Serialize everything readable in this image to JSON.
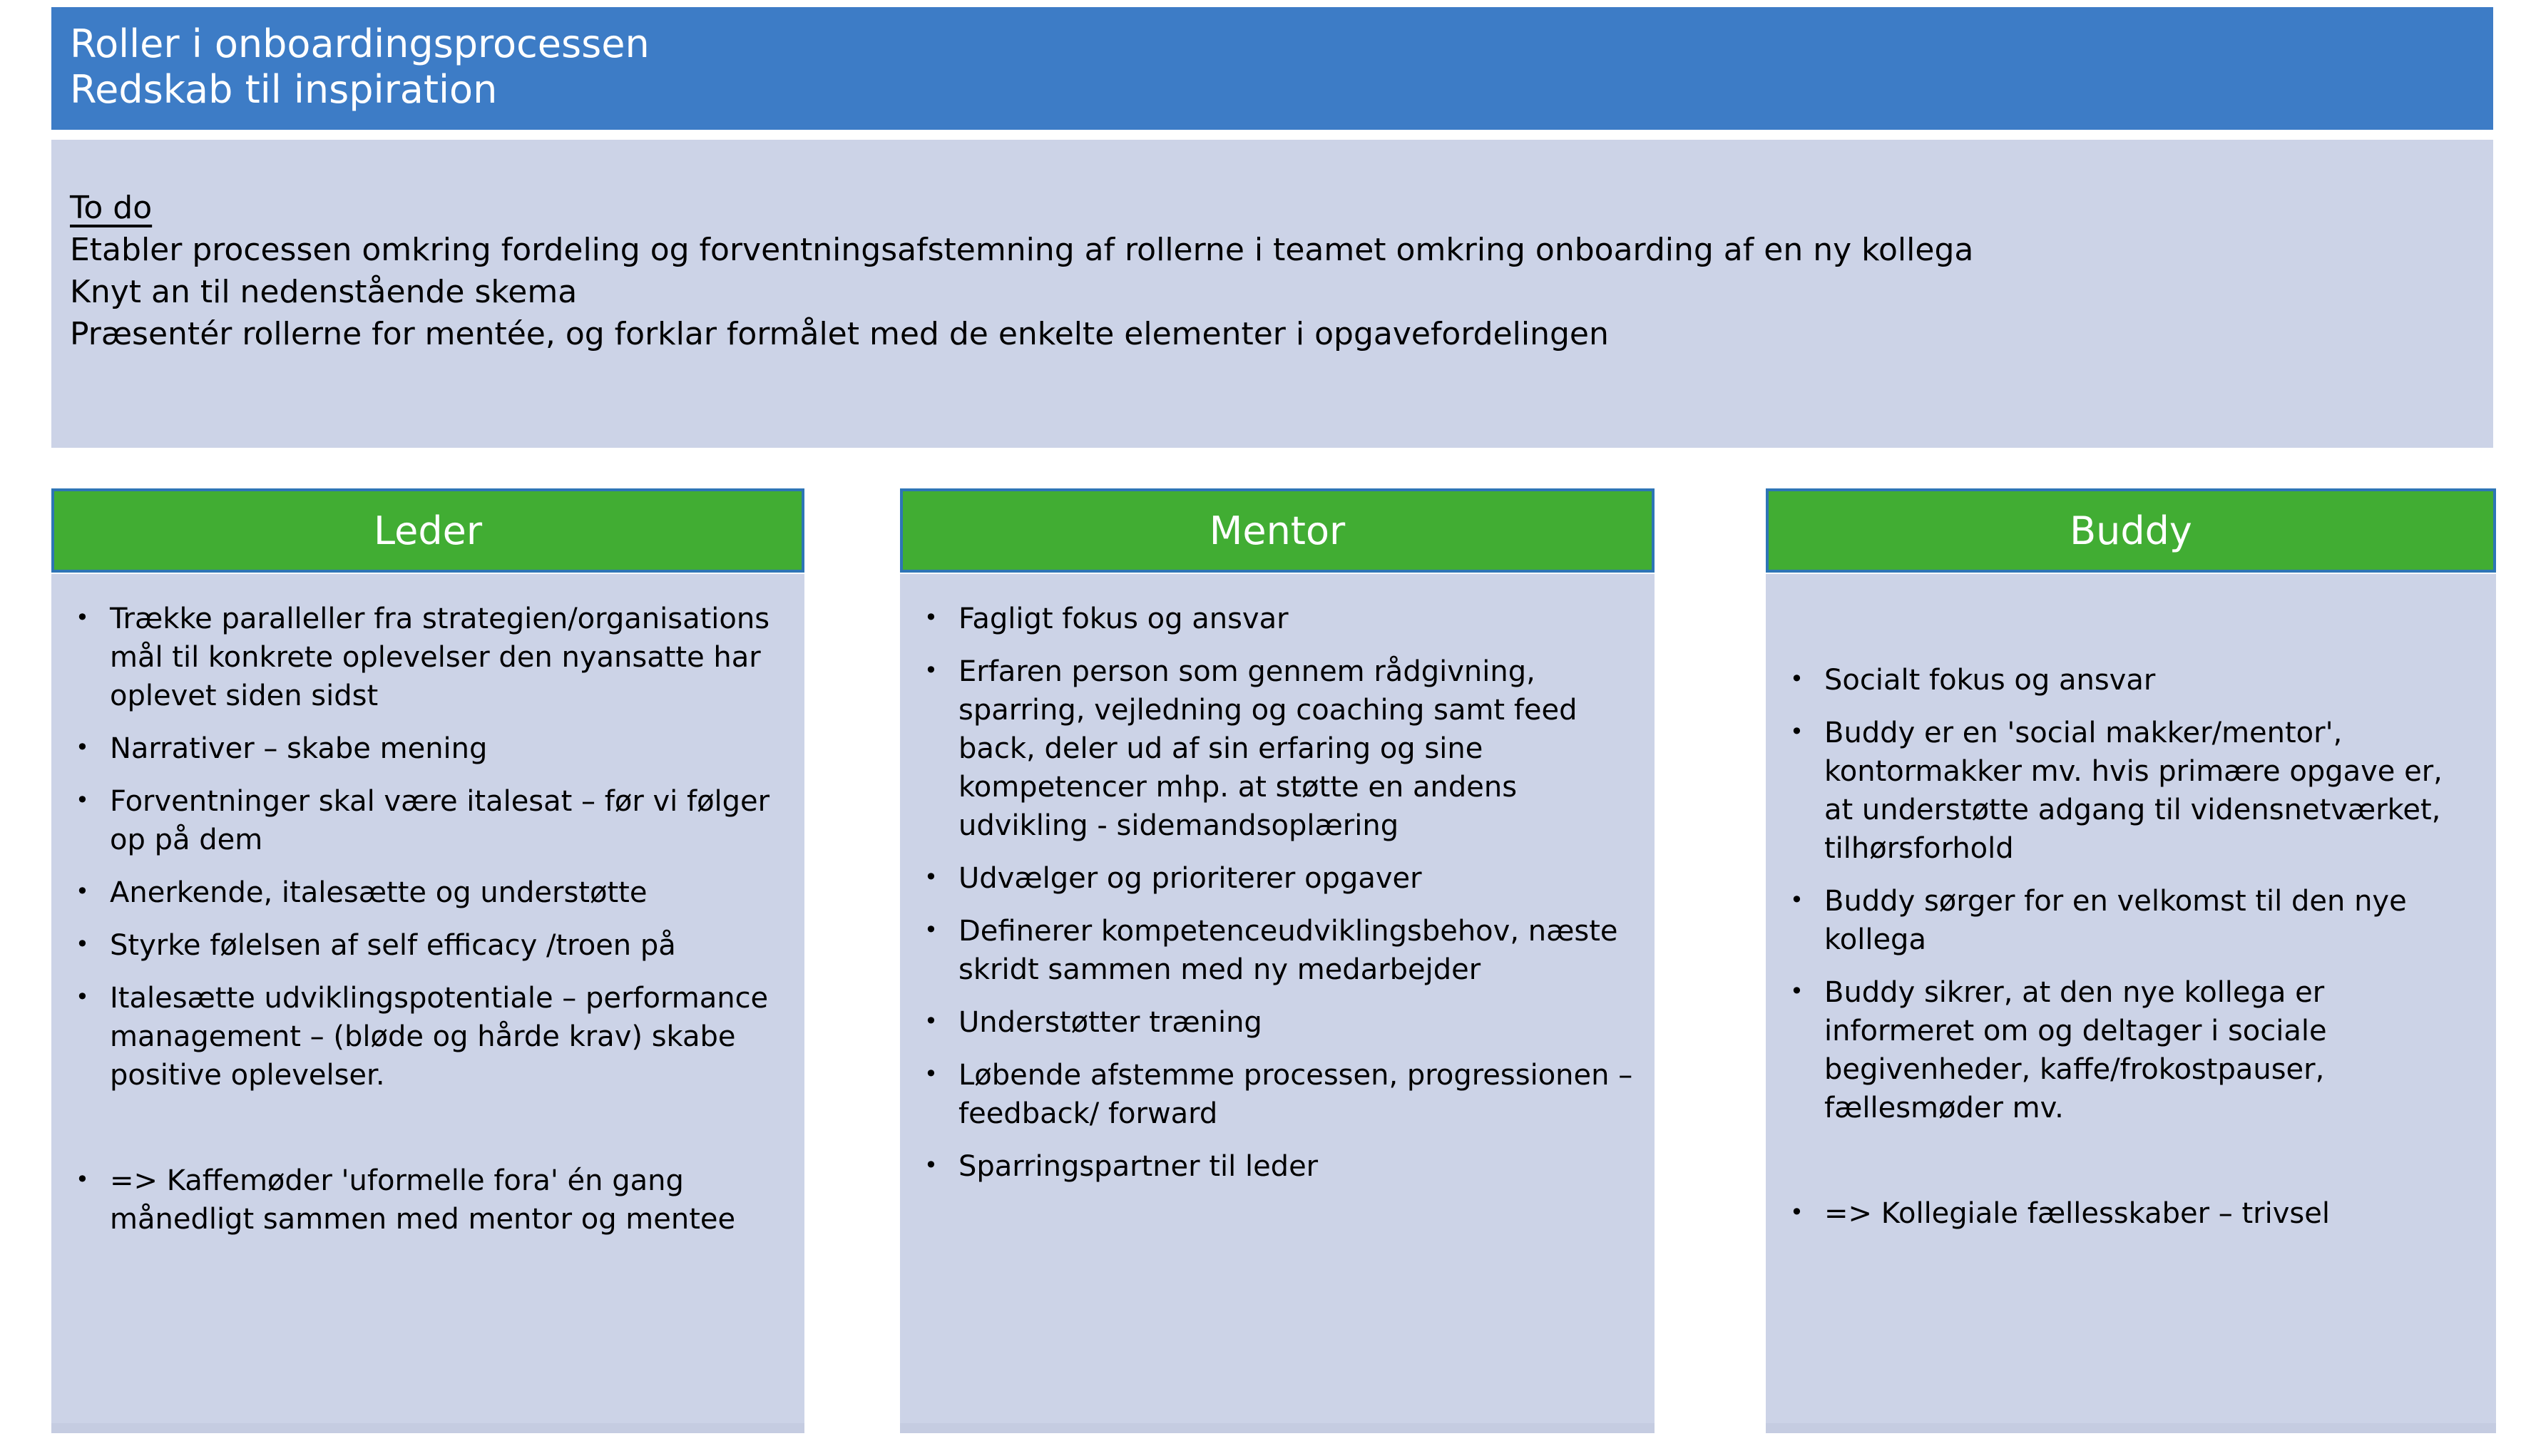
{
  "title": {
    "lines": [
      "Roller i onboardingsprocessen",
      "Redskab til inspiration"
    ]
  },
  "todo": {
    "heading": "To do",
    "lines": [
      "Etabler processen omkring fordeling og forventningsafstemning af rollerne i teamet omkring onboarding af en ny kollega",
      "Knyt an til nedenstående skema",
      "Præsentér rollerne for mentée, og forklar formålet med de enkelte elementer i opgavefordelingen"
    ]
  },
  "columns": [
    {
      "header": "Leder",
      "bullets": [
        "Trække paralleller fra strategien/organisations mål til konkrete oplevelser den nyansatte har oplevet siden sidst",
        "Narrativer – skabe mening",
        "Forventninger skal være italesat – før vi følger op på dem",
        "Anerkende, italesætte og understøtte",
        "Styrke følelsen af self efficacy /troen på",
        "Italesætte udviklingspotentiale – performance management – (bløde og hårde krav) skabe positive oplevelser.",
        "",
        "=> Kaffemøder 'uformelle fora' én gang månedligt sammen med mentor og mentee"
      ]
    },
    {
      "header": "Mentor",
      "bullets": [
        "Fagligt fokus og ansvar",
        "Erfaren person som gennem rådgivning, sparring, vejledning og coaching samt feed back, deler ud af sin erfaring og sine kompetencer mhp. at støtte en andens udvikling - sidemandsoplæring",
        "Udvælger og prioriterer opgaver",
        "Definerer kompetenceudviklingsbehov, næste skridt sammen med ny medarbejder",
        "Understøtter træning",
        "Løbende afstemme processen, progressionen – feedback/ forward",
        "Sparringspartner til leder"
      ]
    },
    {
      "header": "Buddy",
      "bullets": [
        "Socialt fokus og ansvar",
        "Buddy er en 'social makker/mentor', kontormakker mv. hvis primære opgave er, at understøtte adgang til vidensnetværket, tilhørsforhold",
        "Buddy sørger for en velkomst til den nye kollega",
        "Buddy sikrer, at den nye kollega er informeret om og deltager i sociale begivenheder, kaffe/frokostpauser, fællesmøder mv.",
        "",
        "=> Kollegiale fællesskaber – trivsel"
      ]
    }
  ],
  "colors": {
    "header_bg": "#3d7cc6",
    "column_header_bg": "#41ad33",
    "column_header_border": "#2e75b6",
    "panel_bg": "#ccd3e7",
    "panel_edge": "#c5cce1",
    "text_color": "#000000",
    "title_text": "#ffffff"
  }
}
